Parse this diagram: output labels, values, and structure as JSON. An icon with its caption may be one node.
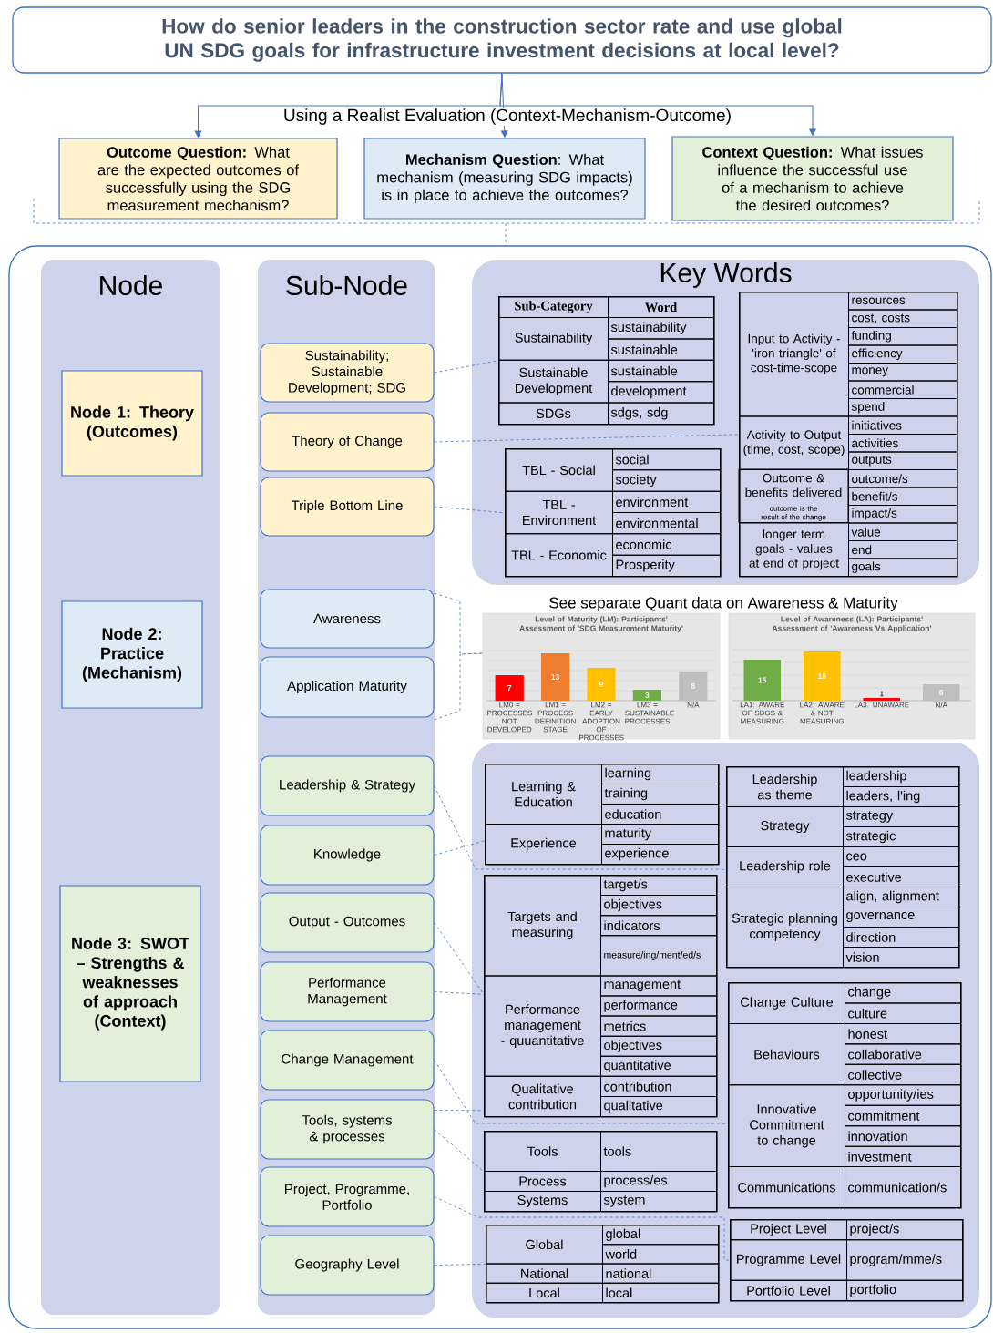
{
  "diagram": {
    "title": "How do senior leaders in the construction sector rate and use global UN SDG goals for infrastructure investment decisions at local level?",
    "nodes": [
      {
        "text": [],
        "shape": "box"
      },
      {
        "text": [
          "**Outcome Question:** What are the expected outcomes of successfully using the SDG measurement mechanism?"
        ]
      },
      {
        "text": [
          "**Mechanism Question**: What mechanism (measuring SDG impacts) is in place to achieve the outcomes?"
        ]
      },
      {
        "text": [
          "**Context Question:** What issues influence the successful use of a mechanism to achieve the desired outcomes?"
        ]
      },
      {
        "text": [],
        "shape": "box"
      },
      {
        "text": [
          "Node"
        ],
        "in": 4
      },
      {
        "text": [
          "Sub-Node"
        ],
        "in": 4
      },
      {
        "text": [
          "Key Words"
        ],
        "in": 4
      },
      {
        "text": [
          "Node 1: Theory (Outcomes)"
        ],
        "in": 5
      },
      {
        "text": [
          "Node 2: Practice (Mechanism)"
        ],
        "in": 5
      },
      {
        "text": [
          "Node 3: SWOT – Strengths & weaknesses of approach (Context)"
        ],
        "in": 5
      },
      {
        "text": [
          "Sustainability; Sustainable Development; SDG"
        ],
        "in": 6
      },
      {
        "text": [
          "Theory of Change"
        ],
        "in": 6
      },
      {
        "text": [
          "Triple Bottom Line"
        ],
        "in": 6
      },
      {
        "text": [
          "Awareness"
        ],
        "in": 6
      },
      {
        "text": [
          "Application Maturity"
        ],
        "in": 6
      },
      {
        "text": [
          "Leadership & Strategy"
        ],
        "in": 6
      },
      {
        "text": [
          "Knowledge"
        ],
        "in": 6
      },
      {
        "text": [
          "Output - Outcomes"
        ],
        "in": 6
      },
      {
        "text": [
          "Performance Management"
        ],
        "in": 6
      },
      {
        "text": [
          "Change Management"
        ],
        "in": 6
      },
      {
        "text": [
          "Tools, systems & processes"
        ],
        "in": 6
      },
      {
        "text": [
          "Project, Programme, Portfolio"
        ],
        "in": 6
      },
      {
        "text": [
          "Geography Level"
        ],
        "in": 6
      },
      {
        "text": [
          "Sub-Category",
          "Word",
          "Sustainability",
          "sustainability",
          "sustainable",
          "Sustainable Development",
          "sustainable",
          "development",
          "SDGs",
          "sdgs, sdg"
        ],
        "in": 7
      },
      {
        "text": [
          "Input to Activity - 'iron triangle' of cost-time-scope",
          "resources",
          "cost, costs",
          "funding",
          "efficiency",
          "money",
          "commercial",
          "spend",
          "Activity to Output (time, cost, scope)",
          "initiatives",
          "activities",
          "outputs",
          "Outcome & benefits delivered",
          "outcome is the result of the change",
          "outcome/s",
          "benefit/s",
          "impact/s",
          "longer term goals - values at end of project",
          "value",
          "end",
          "goals"
        ],
        "in": 7
      },
      {
        "text": [
          "TBL - Social",
          "social",
          "society",
          "TBL - Environment",
          "environment",
          "environmental",
          "TBL - Economic",
          "economic",
          "Prosperity"
        ],
        "in": 7
      },
      {
        "text": [
          "Level of Maturity (LM): Participants' Assessment of 'SDG Measurement Maturity'",
          "LM0 = PROCESSES NOT DEVELOPED",
          "LM1 = PROCESS DEFINITION STAGE",
          "LM2 = EARLY ADOPTION OF PROCESSES",
          "LM3 = SUSTAINABLE PROCESSES",
          "N/A",
          "7",
          "13",
          "9",
          "3",
          "8"
        ],
        "in": 4
      },
      {
        "text": [
          "Level of Awareness (LA): Participants' Assessment of 'Awareness Vs Application'",
          "LA1: AWARE OF SDGS & MEASURING",
          "LA2: AWARE & NOT MEASURING",
          "LA3. UNAWARE",
          "N/A",
          "15",
          "18",
          "1",
          "6"
        ],
        "in": 4
      },
      {
        "text": [],
        "shape": "box",
        "in": 4
      },
      {
        "text": [
          "Learning & Education",
          "learning",
          "training",
          "education",
          "Experience",
          "maturity",
          "experience"
        ],
        "in": 29
      },
      {
        "text": [
          "Leadership as theme",
          "leadership",
          "leaders, l'ing",
          "Strategy",
          "strategy",
          "strategic",
          "Leadership role",
          "ceo",
          "executive",
          "Strategic planning competency",
          "align, alignment",
          "governance",
          "direction",
          "vision"
        ],
        "in": 29
      },
      {
        "text": [
          "Targets and measuring",
          "target/s",
          "objectives",
          "indicators",
          "measure/ing/ment/ed/s",
          "Performance management - quuantitative",
          "management",
          "performance",
          "metrics",
          "objectives",
          "quantitative",
          "Qualitative contribution",
          "contribution",
          "qualitative"
        ],
        "in": 29
      },
      {
        "text": [
          "Change Culture",
          "change",
          "culture",
          "Behaviours",
          "honest",
          "collaborative",
          "collective",
          "Innovative Commitment to change",
          "opportunity/ies",
          "commitment",
          "innovation",
          "investment",
          "Communications",
          "communication/s"
        ],
        "in": 29
      },
      {
        "text": [
          "Tools",
          "tools",
          "Process",
          "process/es",
          "Systems",
          "system"
        ],
        "in": 29
      },
      {
        "text": [
          "Global",
          "global",
          "world",
          "National",
          "national",
          "Local",
          "local"
        ],
        "in": 29
      },
      {
        "text": [
          "Project Level",
          "project/s",
          "Programme Level",
          "program/mme/s",
          "Portfolio Level",
          "portfolio"
        ],
        "in": 29
      }
    ],
    "edges": [
      {
        "from": 0,
        "to": 1,
        "arrow": "to"
      },
      {
        "from": 0,
        "to": 2,
        "arrow": "to",
        "label": "Using a Realist Evaluation (Context-Mechanism-Outcome)"
      },
      {
        "from": 0,
        "to": 3,
        "arrow": "to"
      },
      {
        "from": 11,
        "to": 24,
        "arrow": "none",
        "style": "dashed"
      },
      {
        "from": 12,
        "to": 25,
        "arrow": "none",
        "style": "dashed"
      },
      {
        "from": 13,
        "to": 26,
        "arrow": "none",
        "style": "dashed"
      },
      {
        "from": 14,
        "to": 27,
        "arrow": "none",
        "style": "dashed"
      },
      {
        "from": 15,
        "to": 27,
        "arrow": "none",
        "style": "dashed"
      },
      {
        "from": 16,
        "to": 31,
        "arrow": "none",
        "style": "dashed"
      },
      {
        "from": 17,
        "to": 30,
        "arrow": "none",
        "style": "dashed"
      },
      {
        "from": 18,
        "to": 32,
        "arrow": "none",
        "style": "dashed"
      },
      {
        "from": 19,
        "to": 32,
        "arrow": "none",
        "style": "dashed"
      },
      {
        "from": 20,
        "to": 33,
        "arrow": "none",
        "style": "dashed"
      },
      {
        "from": 21,
        "to": 32,
        "arrow": "none",
        "style": "dashed"
      },
      {
        "from": 21,
        "to": 34,
        "arrow": "none",
        "style": "dashed"
      },
      {
        "from": 22,
        "to": 36,
        "arrow": "none",
        "style": "dashed"
      },
      {
        "from": 23,
        "to": 35,
        "arrow": "none",
        "style": "dashed"
      }
    ],
    "labels": [
      "See separate Quant data on Awareness & Maturity"
    ]
  }
}
